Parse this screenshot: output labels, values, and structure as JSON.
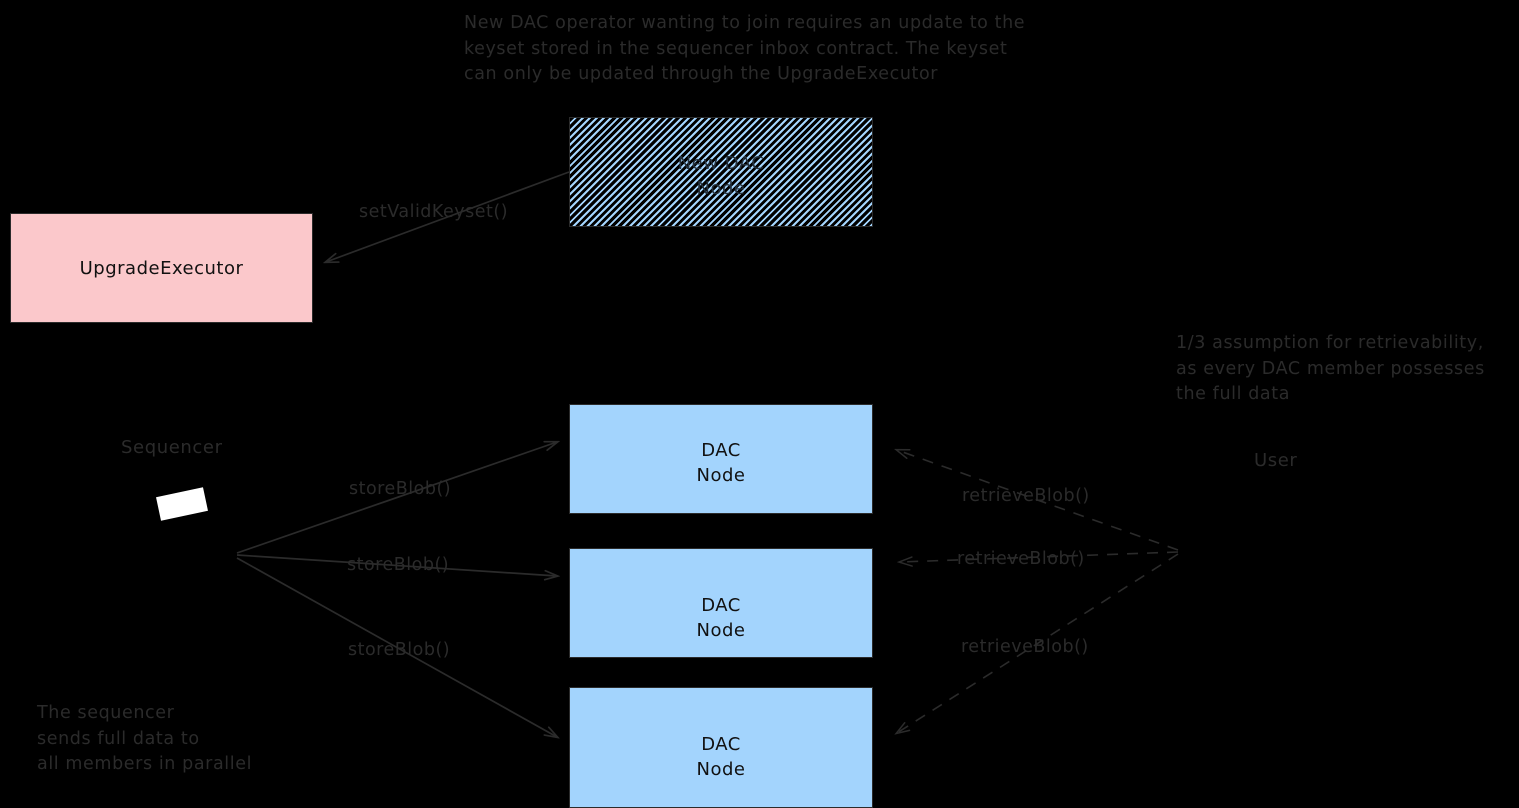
{
  "diagram": {
    "title_note": {
      "lines": [
        "New DAC operator wanting to join requires an update to the",
        "keyset stored in the sequencer inbox contract. The keyset",
        "can only be updated through the UpgradeExecutor"
      ]
    },
    "retrievability_note": {
      "lines": [
        "1/3 assumption for retrievability,",
        "as every DAC member possesses",
        "the full data"
      ]
    },
    "sequencer_note": {
      "lines": [
        "The sequencer",
        "sends full data to",
        "all members in parallel"
      ]
    },
    "nodes": {
      "new_dac_node": {
        "line1": "New DAC",
        "line2": "Node"
      },
      "upgrade_executor": {
        "label": "UpgradeExecutor"
      },
      "dac_node_1": {
        "line1": "DAC",
        "line2": "Node"
      },
      "dac_node_2": {
        "line1": "DAC",
        "line2": "Node"
      },
      "dac_node_3": {
        "line1": "DAC",
        "line2": "Node"
      }
    },
    "actors": {
      "sequencer": {
        "label": "Sequencer"
      },
      "user": {
        "label": "User"
      }
    },
    "edges": {
      "set_valid_keyset": {
        "label": "setValidKeyset()"
      },
      "store_blob_1": {
        "label": "storeBlob()"
      },
      "store_blob_2": {
        "label": "storeBlob()"
      },
      "store_blob_3": {
        "label": "storeBlob()"
      },
      "retrieve_blob_1": {
        "label": "retrieveBlob()"
      },
      "retrieve_blob_2": {
        "label": "retrieveBlob()"
      },
      "retrieve_blob_3": {
        "label": "retrieveBlob()"
      }
    },
    "colors": {
      "background": "#000000",
      "dac_node_fill": "#a3d4fd",
      "upgrade_executor_fill": "#fbc8cb",
      "stroke": "#2b2b2b",
      "text": "#2b2b2b"
    }
  }
}
